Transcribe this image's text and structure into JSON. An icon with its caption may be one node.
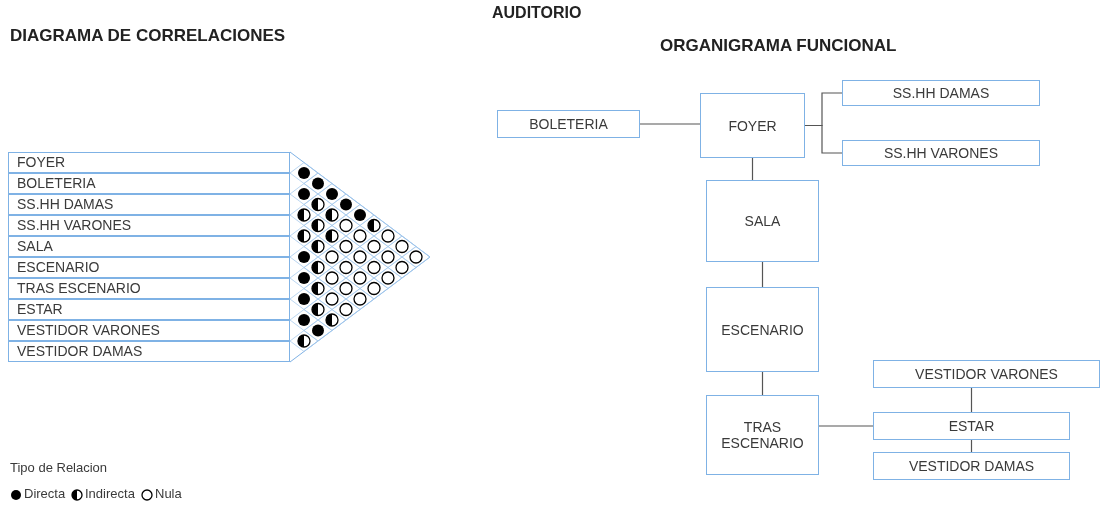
{
  "diagram": {
    "title": "AUDITORIO",
    "nodes": [
      {
        "text": [
          "FOYER"
        ]
      },
      {
        "text": [
          "BOLETERIA"
        ]
      },
      {
        "text": [
          "SS.HH DAMAS"
        ]
      },
      {
        "text": [
          "SS.HH VARONES"
        ]
      },
      {
        "text": [
          "SALA"
        ]
      },
      {
        "text": [
          "ESCENARIO"
        ]
      },
      {
        "text": [
          "TRAS ESCENARIO"
        ]
      },
      {
        "text": [
          "ESTAR"
        ]
      },
      {
        "text": [
          "VESTIDOR VARONES"
        ]
      },
      {
        "text": [
          "VESTIDOR DAMAS"
        ]
      },
      {
        "text": [
          "BOLETERIA"
        ]
      },
      {
        "text": [
          "FOYER"
        ]
      },
      {
        "text": [
          "SS.HH DAMAS"
        ]
      },
      {
        "text": [
          "SS.HH VARONES"
        ]
      },
      {
        "text": [
          "SALA"
        ]
      },
      {
        "text": [
          "ESCENARIO"
        ]
      },
      {
        "text": [
          "TRAS ESCENARIO"
        ]
      },
      {
        "text": [
          "VESTIDOR VARONES"
        ]
      },
      {
        "text": [
          "ESTAR"
        ]
      },
      {
        "text": [
          "VESTIDOR DAMAS"
        ]
      }
    ],
    "edges": [
      {
        "from": 10,
        "to": 11,
        "arrow": "none"
      },
      {
        "from": 11,
        "to": 12,
        "arrow": "none"
      },
      {
        "from": 11,
        "to": 13,
        "arrow": "none"
      },
      {
        "from": 11,
        "to": 14,
        "arrow": "none"
      },
      {
        "from": 14,
        "to": 15,
        "arrow": "none"
      },
      {
        "from": 15,
        "to": 16,
        "arrow": "none"
      },
      {
        "from": 16,
        "to": 18,
        "arrow": "none"
      },
      {
        "from": 18,
        "to": 17,
        "arrow": "none"
      },
      {
        "from": 18,
        "to": 19,
        "arrow": "none"
      }
    ],
    "labels": [
      "DIAGRAMA DE CORRELACIONES",
      "ORGANIGRAMA FUNCIONAL",
      "Tipo de Relacion"
    ],
    "legend": [
      {
        "text": "Directa"
      },
      {
        "text": "Indirecta"
      },
      {
        "text": "Nula"
      }
    ]
  }
}
